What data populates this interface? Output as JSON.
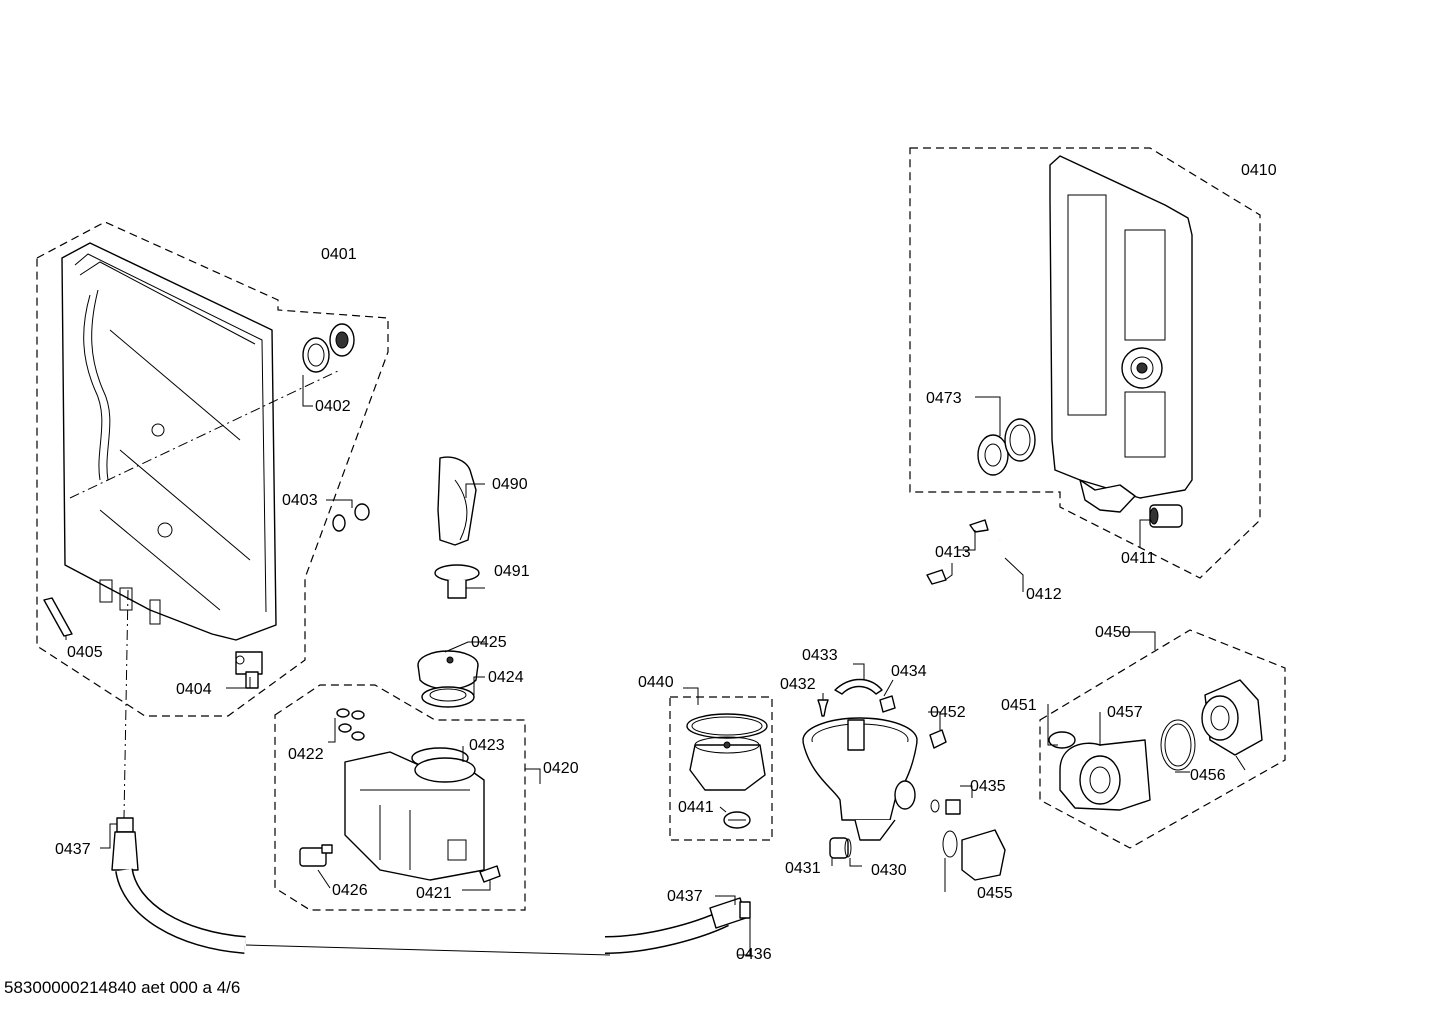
{
  "footer": "58300000214840 aet 000 a 4/6",
  "labels": {
    "l0401": "0401",
    "l0402": "0402",
    "l0403": "0403",
    "l0404": "0404",
    "l0405": "0405",
    "l0410": "0410",
    "l0411": "0411",
    "l0412": "0412",
    "l0413": "0413",
    "l0473": "0473",
    "l0490": "0490",
    "l0491": "0491",
    "l0425": "0425",
    "l0424": "0424",
    "l0422": "0422",
    "l0423": "0423",
    "l0420": "0420",
    "l0426": "0426",
    "l0421": "0421",
    "l0437a": "0437",
    "l0437b": "0437",
    "l0436": "0436",
    "l0440": "0440",
    "l0441": "0441",
    "l0433": "0433",
    "l0434": "0434",
    "l0432": "0432",
    "l0452": "0452",
    "l0435": "0435",
    "l0431": "0431",
    "l0430": "0430",
    "l0455": "0455",
    "l0450": "0450",
    "l0451": "0451",
    "l0457": "0457",
    "l0456": "0456"
  }
}
